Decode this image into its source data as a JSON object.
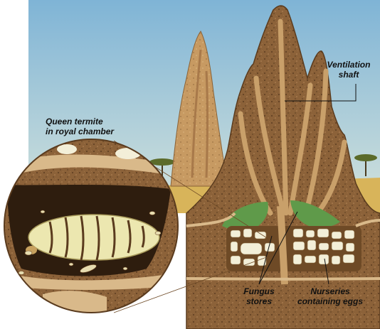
{
  "labels": {
    "ventilation_shaft": [
      "Ventilation",
      "shaft"
    ],
    "queen": [
      "Queen termite",
      "in royal chamber"
    ],
    "fungus": [
      "Fungus",
      "stores"
    ],
    "nurseries": [
      "Nurseries",
      "containing eggs"
    ]
  },
  "colors": {
    "sky_top": "#7fb4d6",
    "sky_bottom": "#cfe0dc",
    "grass": "#d8b45a",
    "mound_outer": "#c79a62",
    "mound_wall": "#8c6239",
    "mound_speckle": "#5a3b1e",
    "tunnel": "#d9b98a",
    "fungus_green": "#5f9a4a",
    "egg_white": "#f3efd8",
    "queen_body": "#ece7b0",
    "leader_line": "#111111"
  },
  "icons": [
    "acacia-tree-icon",
    "termite-icon"
  ]
}
